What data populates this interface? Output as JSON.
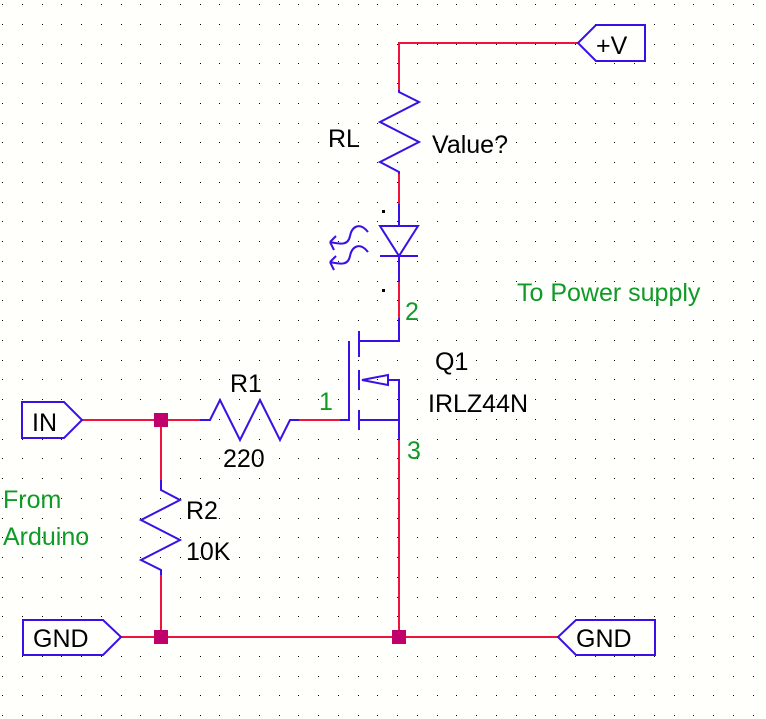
{
  "schematic": {
    "colors": {
      "background": "#fffffb",
      "wire": "#f0143c",
      "component": "#3a10e6",
      "junction": "#c0006c",
      "label": "#000000",
      "annotation": "#109a28"
    },
    "ports": {
      "vplus": {
        "label": "+V",
        "icon": "port-left-arrow-icon"
      },
      "in": {
        "label": "IN",
        "icon": "port-right-arrow-icon"
      },
      "gnd_left": {
        "label": "GND",
        "icon": "port-right-arrow-icon"
      },
      "gnd_right": {
        "label": "GND",
        "icon": "port-left-arrow-icon"
      }
    },
    "components": {
      "rl": {
        "ref": "RL",
        "value": "Value?",
        "type": "resistor"
      },
      "led": {
        "type": "led",
        "icon": "led-icon"
      },
      "r1": {
        "ref": "R1",
        "value": "220",
        "type": "resistor"
      },
      "r2": {
        "ref": "R2",
        "value": "10K",
        "type": "resistor"
      },
      "q1": {
        "ref": "Q1",
        "value": "IRLZ44N",
        "type": "n-channel-mosfet",
        "pins": {
          "gate": "1",
          "drain": "2",
          "source": "3"
        }
      }
    },
    "annotations": {
      "to_power_supply": "To Power supply",
      "from_arduino_line1": "From",
      "from_arduino_line2": "Arduino"
    }
  }
}
